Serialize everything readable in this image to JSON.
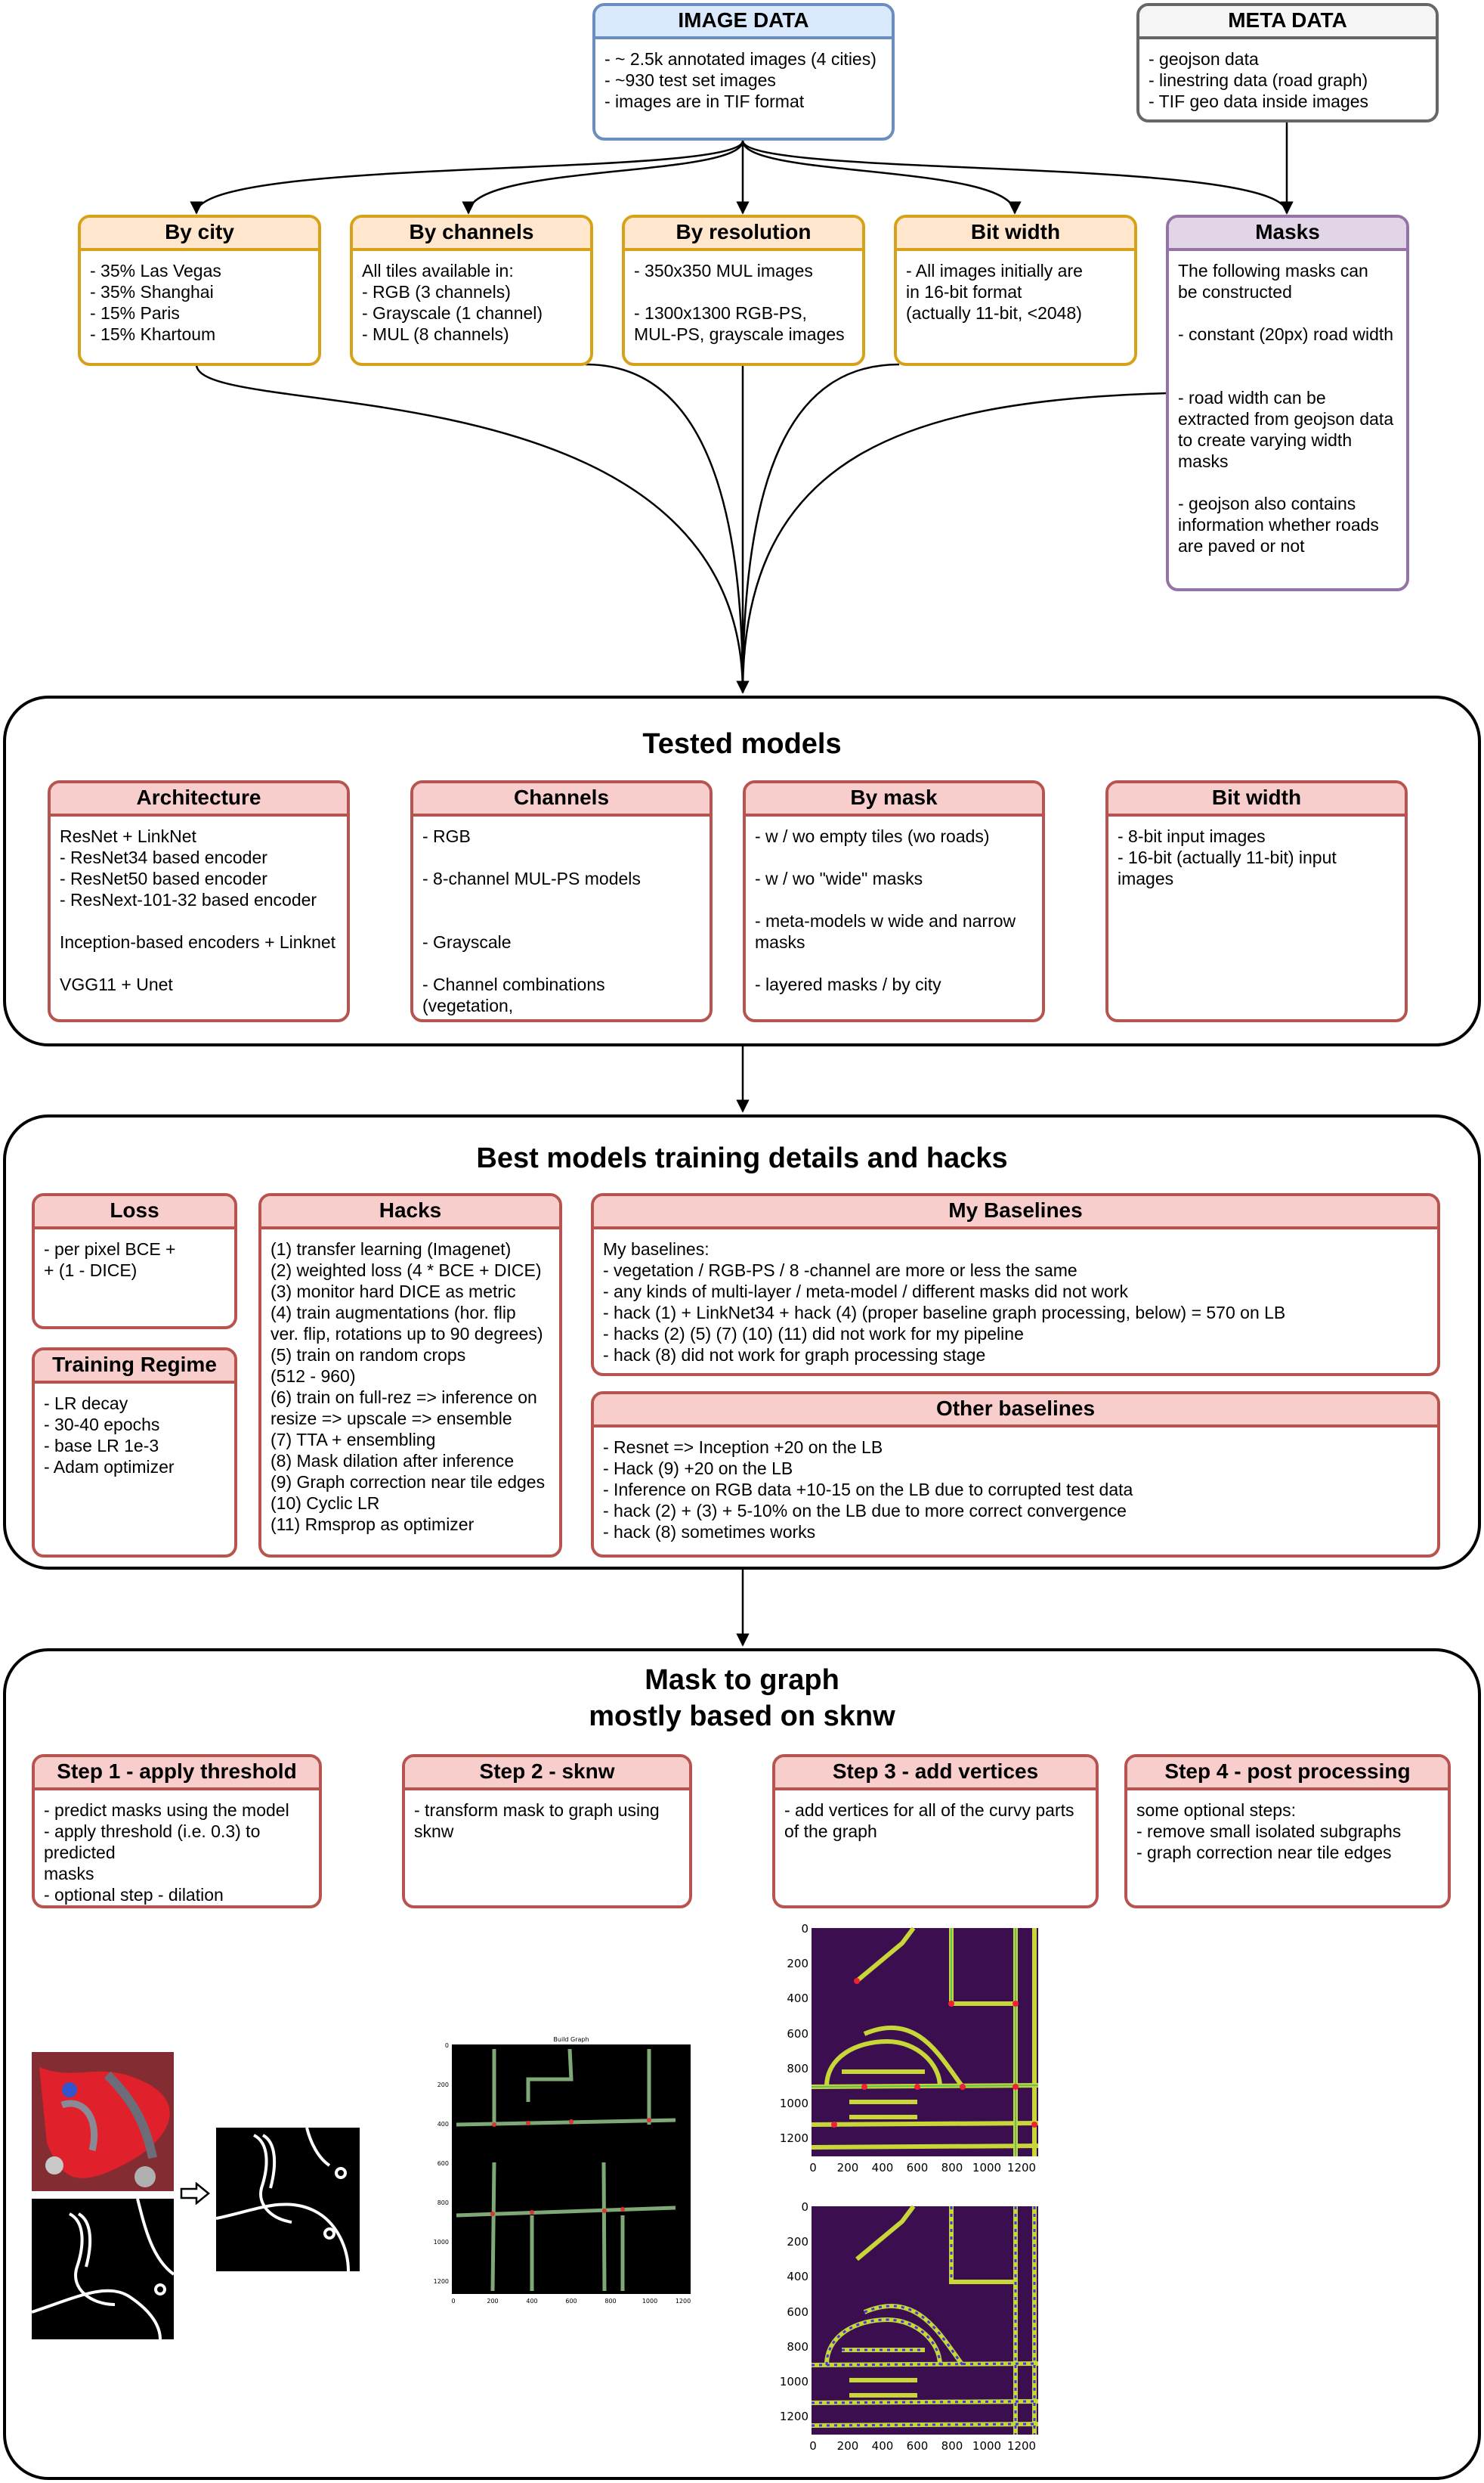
{
  "top": {
    "image_data": {
      "title": "IMAGE DATA",
      "body": "- ~ 2.5k annotated images (4 cities)\n- ~930 test set images\n- images are in TIF format"
    },
    "meta_data": {
      "title": "META DATA",
      "body": "- geojson data\n- linestring data (road graph)\n- TIF geo data inside images"
    }
  },
  "splits": {
    "by_city": {
      "title": "By city",
      "body": "- 35% Las Vegas\n- 35% Shanghai\n- 15% Paris\n- 15% Khartoum"
    },
    "by_channels": {
      "title": "By channels",
      "body": "All tiles available in:\n- RGB (3 channels)\n- Grayscale (1 channel)\n- MUL (8 channels)"
    },
    "by_resolution": {
      "title": "By resolution",
      "body": "- 350x350 MUL images\n\n- 1300x1300 RGB-PS,\nMUL-PS, grayscale images"
    },
    "bit_width": {
      "title": "Bit width",
      "body": "- All images initially are\nin 16-bit format\n(actually 11-bit, <2048)"
    },
    "masks": {
      "title": "Masks",
      "body": "The following masks can\nbe constructed\n\n- constant (20px) road width\n\n\n- road width can be\nextracted from geojson data\nto create varying width\nmasks\n\n- geojson also contains\ninformation whether roads\nare paved or not"
    }
  },
  "tested_models": {
    "title": "Tested models",
    "architecture": {
      "title": "Architecture",
      "body": "ResNet + LinkNet\n- ResNet34 based encoder\n- ResNet50 based encoder\n- ResNext-101-32 based encoder\n\nInception-based encoders + Linknet\n\nVGG11 + Unet"
    },
    "channels": {
      "title": "Channels",
      "body": "- RGB\n\n- 8-channel MUL-PS models\n\n\n- Grayscale\n\n- Channel combinations (vegetation,\ninfra-red, urban, naive)"
    },
    "by_mask": {
      "title": "By mask",
      "body": "- w / wo empty tiles (wo roads)\n\n- w / wo \"wide\" masks\n\n- meta-models w wide and narrow\nmasks\n\n- layered masks / by city"
    },
    "bit_width": {
      "title": "Bit width",
      "body": "- 8-bit input images\n- 16-bit (actually 11-bit) input\nimages"
    }
  },
  "best_models": {
    "title": "Best models training details and hacks",
    "loss": {
      "title": "Loss",
      "body": "- per pixel BCE +\n+ (1 - DICE)"
    },
    "training_regime": {
      "title": "Training Regime",
      "body": "- LR decay\n- 30-40 epochs\n- base LR 1e-3\n- Adam optimizer"
    },
    "hacks": {
      "title": "Hacks",
      "body": "(1) transfer learning (Imagenet)\n(2) weighted loss (4 * BCE + DICE)\n(3) monitor hard DICE as metric\n(4) train augmentations (hor. flip\nver. flip, rotations up to 90 degrees)\n(5) train on random crops\n(512 - 960)\n(6) train on full-rez => inference on\nresize => upscale => ensemble\n(7) TTA + ensembling\n(8) Mask dilation after inference\n(9) Graph correction near tile edges\n(10) Cyclic LR\n(11) Rmsprop as optimizer"
    },
    "my_baselines": {
      "title": "My Baselines",
      "body": "My baselines:\n- vegetation / RGB-PS / 8 -channel are more or less the same\n- any kinds of multi-layer / meta-model / different masks did not work\n- hack (1) + LinkNet34 + hack (4) (proper baseline graph processing, below) = 570 on LB\n- hacks (2) (5) (7) (10) (11) did not work for my pipeline\n- hack (8) did not work for graph processing stage"
    },
    "other_baselines": {
      "title": "Other baselines",
      "body": "- Resnet => Inception +20 on the LB\n- Hack (9) +20 on the LB\n- Inference on RGB data +10-15 on the LB due to corrupted test data\n- hack (2) + (3) + 5-10% on the LB due to more correct convergence\n- hack (8) sometimes works"
    }
  },
  "mask_to_graph": {
    "title": "Mask to graph\nmostly based on sknw",
    "step1": {
      "title": "Step 1 - apply threshold",
      "body": "- predict masks using the model\n- apply threshold (i.e. 0.3) to predicted\nmasks\n- optional step - dilation"
    },
    "step2": {
      "title": "Step 2 - sknw",
      "body": "- transform mask to graph using sknw"
    },
    "step3": {
      "title": "Step 3 - add vertices",
      "body": "- add vertices for all of the curvy parts\nof the graph"
    },
    "step4": {
      "title": "Step 4 - post processing",
      "body": "some optional steps:\n- remove small isolated subgraphs\n- graph correction near tile edges"
    },
    "graph_plot_title": "Build Graph",
    "graph_ticks": [
      "0",
      "200",
      "400",
      "600",
      "800",
      "1000",
      "1200"
    ],
    "plot_y_ticks": [
      "0",
      "200",
      "400",
      "600",
      "800",
      "1000",
      "1200"
    ],
    "plot_x_ticks": [
      "0",
      "200",
      "400",
      "600",
      "800",
      "1000",
      "1200"
    ]
  },
  "colors": {
    "blue_border": "#6c8ebf",
    "blue_fill": "#dae8fc",
    "gray_border": "#666666",
    "gray_fill": "#f5f5f5",
    "orange_border": "#d6a21a",
    "orange_fill": "#ffe6cc",
    "purple_border": "#9673a6",
    "purple_fill": "#e1d5e7",
    "red_border": "#b85450",
    "red_fill": "#f8cecc",
    "plot_background": "#3b0f4f"
  }
}
